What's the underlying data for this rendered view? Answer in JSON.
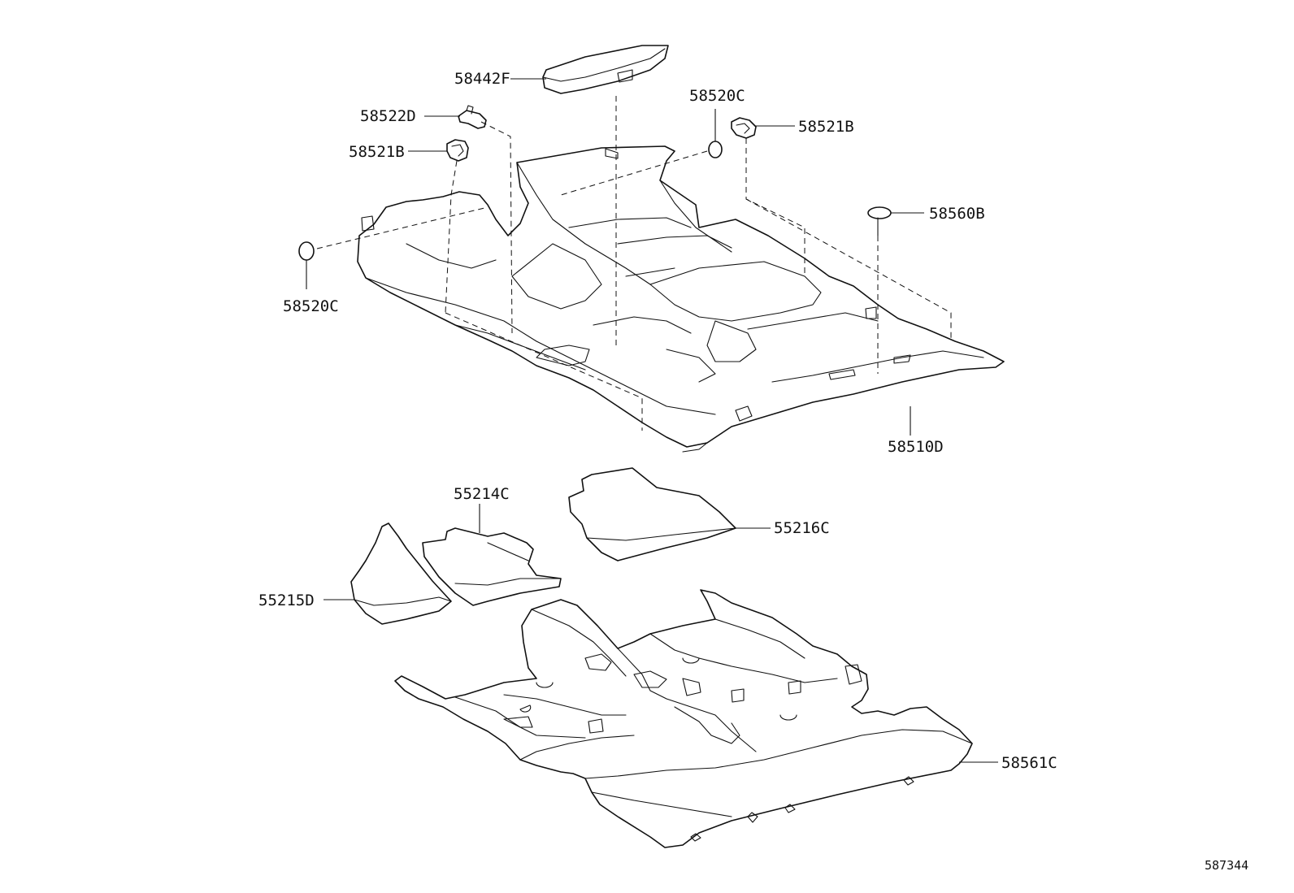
{
  "diagram": {
    "reference_number": "587344",
    "callouts": {
      "c58442f": "58442F",
      "c58522d": "58522D",
      "c58521b_left": "58521B",
      "c58520c_top": "58520C",
      "c58521b_right": "58521B",
      "c58560b": "58560B",
      "c58520c_left": "58520C",
      "c58510d": "58510D",
      "c55214c": "55214C",
      "c55216c": "55216C",
      "c55215d": "55215D",
      "c58561c": "58561C"
    }
  }
}
